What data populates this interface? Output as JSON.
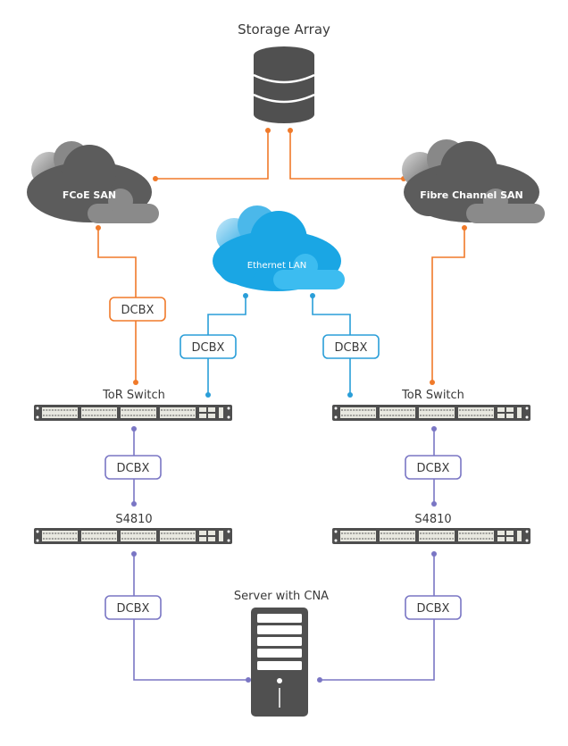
{
  "colors": {
    "san_link": "#f07a2a",
    "lan_link": "#2a9ed8",
    "dcbx_purple": "#7a76c4",
    "device_dark": "#505050",
    "lan_cloud": "#1aa6e4",
    "san_cloud": "#606060"
  },
  "labels": {
    "storage_array": "Storage Array",
    "fcoe_san": "FCoE SAN",
    "fibre_channel_san": "Fibre Channel SAN",
    "ethernet_lan": "Ethernet LAN",
    "tor_switch_left": "ToR Switch",
    "tor_switch_right": "ToR Switch",
    "s4810_left": "S4810",
    "s4810_right": "S4810",
    "server": "Server with CNA"
  },
  "dcbx_boxes": [
    {
      "label": "DCBX",
      "link": "fcoe-to-tor-left"
    },
    {
      "label": "DCBX",
      "link": "lan-to-tor-left"
    },
    {
      "label": "DCBX",
      "link": "lan-to-tor-right"
    },
    {
      "label": "DCBX",
      "link": "tor-left-to-s4810-left"
    },
    {
      "label": "DCBX",
      "link": "tor-right-to-s4810-right"
    },
    {
      "label": "DCBX",
      "link": "s4810-left-to-server"
    },
    {
      "label": "DCBX",
      "link": "s4810-right-to-server"
    }
  ]
}
